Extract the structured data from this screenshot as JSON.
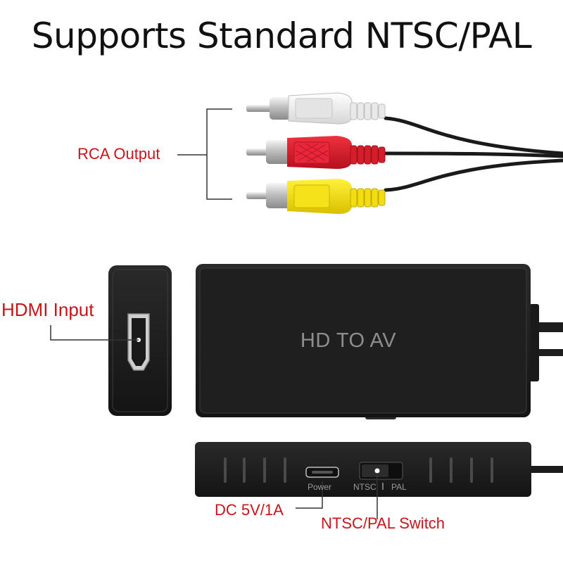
{
  "title": "Supports Standard NTSC/PAL",
  "labels": {
    "rca_output": "RCA Output",
    "hdmi_input": "HDMI Input",
    "dc_power": "DC 5V/1A",
    "switch": "NTSC/PAL Switch"
  },
  "device": {
    "top_text": "HD TO AV",
    "power_port_label": "Power",
    "switch_left_label": "NTSC",
    "switch_right_label": "PAL"
  },
  "colors": {
    "label_red": "#c8141a",
    "plug_white": "#f2f2f2",
    "plug_red": "#d8192a",
    "plug_yellow": "#f2dc12",
    "device_body": "#1c1c1c"
  }
}
